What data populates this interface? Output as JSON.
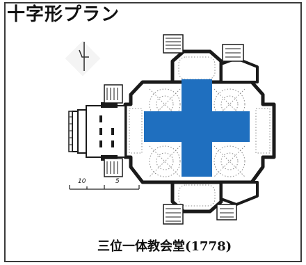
{
  "title": "十字形プラン",
  "caption": "三位一体教会堂(1778)",
  "scale": {
    "label_left": "10",
    "label_right": "5"
  },
  "north_icon": "north-arrow-icon",
  "colors": {
    "cross": "#1f6fbf",
    "ink": "#1a1a1a",
    "dots": "#8a8a8a"
  }
}
